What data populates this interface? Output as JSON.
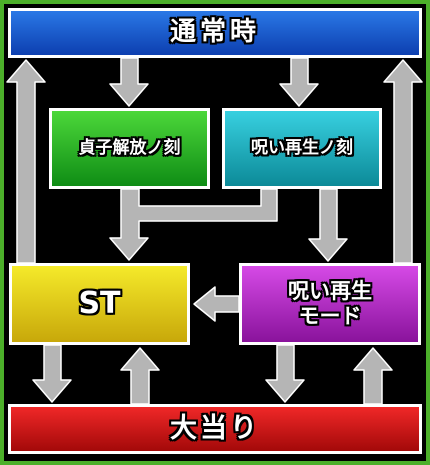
{
  "nodes": {
    "normal": "通常時",
    "teishi": "貞子解放ノ刻",
    "noroi_koku": "呪い再生ノ刻",
    "st": "ST",
    "noroi_mode_line1": "呪い再生",
    "noroi_mode_line2": "モード",
    "jackpot": "大当り"
  },
  "colors": {
    "frame": "#4caf2a",
    "arrow_fill": "#b5b5b5",
    "arrow_stroke": "#ffffff",
    "normal": "#1f5fd0",
    "teishi": "#2bbd26",
    "noroi_koku": "#1fb3c3",
    "st": "#e6d018",
    "noroi_mode": "#b52dc9",
    "jackpot": "#d81a1a"
  }
}
